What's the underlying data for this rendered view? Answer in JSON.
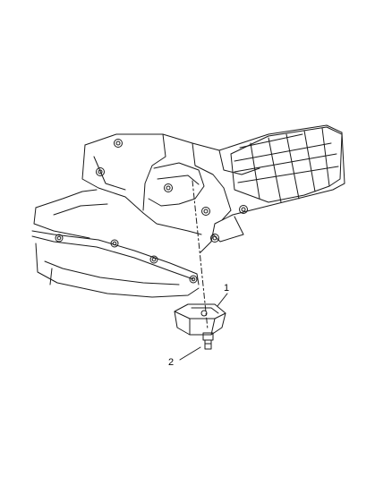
{
  "diagram": {
    "callouts": [
      {
        "id": "1",
        "label": "1"
      },
      {
        "id": "2",
        "label": "2"
      }
    ],
    "colors": {
      "line": "#1a1a1a",
      "background": "#ffffff"
    }
  }
}
